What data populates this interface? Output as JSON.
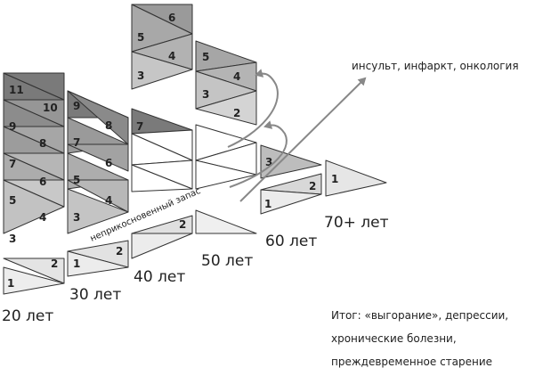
{
  "age_labels": [
    "20 лет",
    "30 лет",
    "40 лет",
    "50 лет",
    "60 лет",
    "70+ лет"
  ],
  "reserve_label": "неприкосновенный запас",
  "consequence_label": "инсульт, инфаркт, онкология",
  "summary_lines": [
    "Итог: «выгорание», депрессии,",
    "хронические болезни,",
    "преждевременное старение"
  ],
  "columns": {
    "age20": [
      "1",
      "2",
      "3",
      "4",
      "5",
      "6",
      "7",
      "8",
      "9",
      "10",
      "11"
    ],
    "age30": [
      "1",
      "2",
      "3",
      "4",
      "5",
      "6",
      "7",
      "8",
      "9"
    ],
    "age40": [
      "2",
      "7"
    ],
    "age50": [],
    "age60": [
      "1",
      "2",
      "3"
    ],
    "age70": [
      "1"
    ]
  },
  "moved_blocks": {
    "top_stack": [
      "6",
      "5",
      "4",
      "3"
    ],
    "second_stack": [
      "5",
      "4",
      "3",
      "2"
    ]
  },
  "colors": {
    "dark": "#7a7a7a",
    "mid": "#a6a6a6",
    "light": "#cfcfcf",
    "pale": "#e9e9e9",
    "outline": "#ffffff",
    "stroke": "#333333",
    "arrow": "#888888"
  }
}
